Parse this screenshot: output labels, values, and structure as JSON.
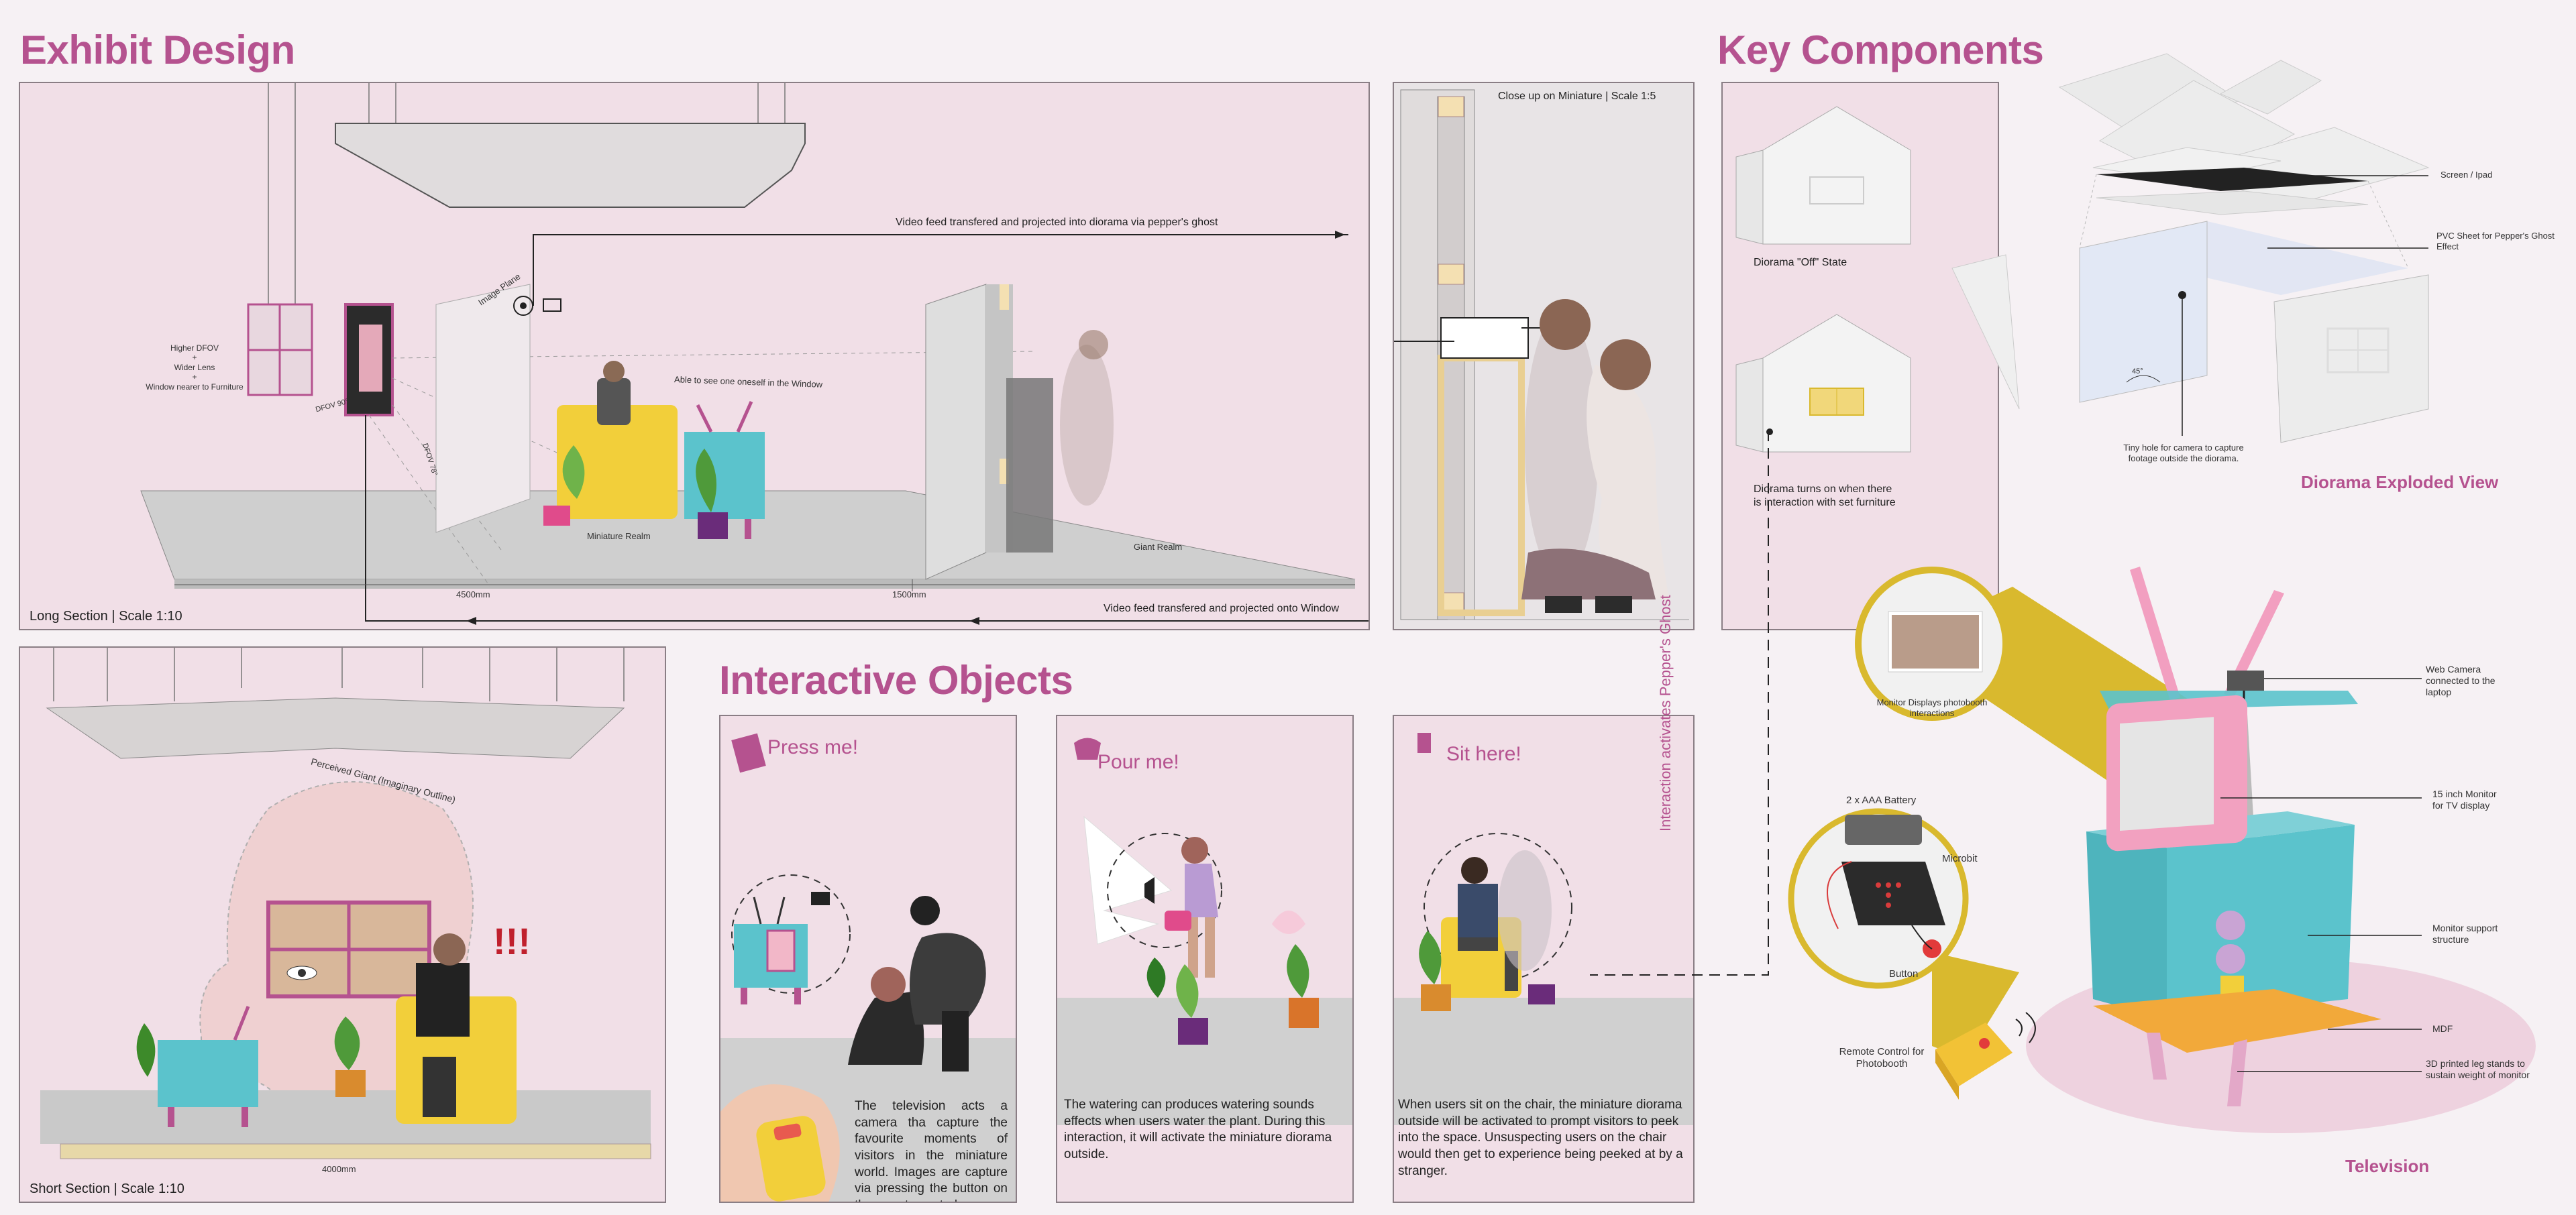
{
  "headings": {
    "exhibit_design": "Exhibit Design",
    "key_components": "Key Components",
    "interactive_objects": "Interactive Objects"
  },
  "long_section": {
    "caption": "Long Section | Scale 1:10",
    "video_feed_diorama": "Video feed transfered and projected into diorama via pepper's ghost",
    "video_feed_window": "Video feed transfered and projected onto Window",
    "image_plane": "Image Plane",
    "see_oneself": "Able to see one oneself in the Window",
    "fov_note": "Higher DFOV\n+\nWider Lens\n+\nWindow nearer to Furniture",
    "dfov_1": "DFOV 78°",
    "dfov_2": "DFOV 90°",
    "miniature_realm": "Miniature Realm",
    "giant_realm": "Giant Realm",
    "dim_1": "4500mm",
    "dim_2": "1500mm"
  },
  "closeup": {
    "caption": "Close up on Miniature | Scale 1:5"
  },
  "short_section": {
    "caption": "Short Section | Scale 1:10",
    "perceived_giant": "Perceived Giant (Imaginary Outline)",
    "exclaim": "!!!",
    "dim": "4000mm"
  },
  "key_components": {
    "off_state": "Diorama \"Off\" State",
    "on_state": "Diorama turns on when there is interaction with set furniture",
    "activation": "Interaction activates Pepper's Ghost"
  },
  "exploded": {
    "title": "Diorama Exploded View",
    "screen": "Screen / Ipad",
    "pvc": "PVC Sheet for Pepper's Ghost Effect",
    "angle": "45°",
    "hole": "Tiny hole for camera to capture footage outside the diorama."
  },
  "television": {
    "title": "Television",
    "monitor_display": "Monitor Displays photobooth interactions",
    "webcam": "Web Camera connected to the laptop",
    "monitor15": "15 inch Monitor for TV display",
    "support": "Monitor support structure",
    "mdf": "MDF",
    "legs": "3D printed leg stands to sustain weight of monitor",
    "battery": "2 x AAA Battery",
    "microbit": "Microbit",
    "button": "Button",
    "remote": "Remote Control for Photobooth"
  },
  "objects": [
    {
      "title": "Press me!",
      "text": "The television acts a camera tha capture the favourite moments of visitors in the miniature world. Images are capture via pressing the button on the remote control."
    },
    {
      "title": "Pour me!",
      "text": "The watering can produces watering sounds effects when users water the plant. During this interaction, it will activate the miniature diorama outside."
    },
    {
      "title": "Sit here!",
      "text": "When users sit on the chair, the miniature diorama outside will be activated to prompt visitors to peek into the space.  Unsuspecting users on the chair would then get to experience being peeked at by a stranger."
    }
  ],
  "colors": {
    "accent": "#b5528f",
    "panel": "#f1dfe7",
    "tv_blue": "#5bc3cc",
    "chair_yellow": "#f2cf3a",
    "callout_yellow": "#d9b92e"
  }
}
